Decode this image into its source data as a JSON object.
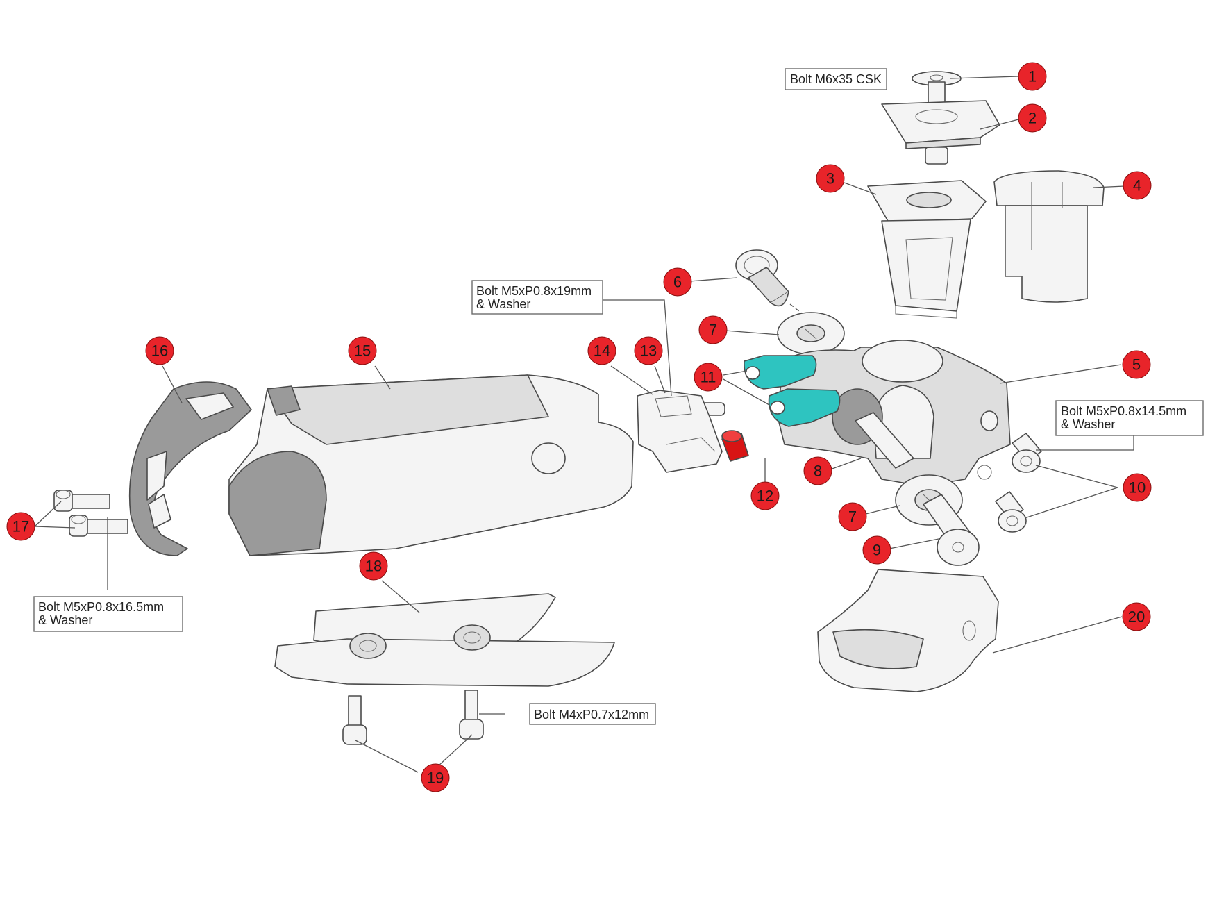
{
  "colors": {
    "callout_fill": "#e8242a",
    "accent_cyan": "#2ec4c0",
    "accent_red_part": "#d81414",
    "line": "#555555"
  },
  "callouts": [
    {
      "id": "1",
      "label": "1"
    },
    {
      "id": "2",
      "label": "2"
    },
    {
      "id": "3",
      "label": "3"
    },
    {
      "id": "4",
      "label": "4"
    },
    {
      "id": "5",
      "label": "5"
    },
    {
      "id": "6",
      "label": "6"
    },
    {
      "id": "7a",
      "label": "7"
    },
    {
      "id": "7b",
      "label": "7"
    },
    {
      "id": "8",
      "label": "8"
    },
    {
      "id": "9",
      "label": "9"
    },
    {
      "id": "10",
      "label": "10"
    },
    {
      "id": "11",
      "label": "11"
    },
    {
      "id": "12",
      "label": "12"
    },
    {
      "id": "13",
      "label": "13"
    },
    {
      "id": "14",
      "label": "14"
    },
    {
      "id": "15",
      "label": "15"
    },
    {
      "id": "16",
      "label": "16"
    },
    {
      "id": "17",
      "label": "17"
    },
    {
      "id": "18",
      "label": "18"
    },
    {
      "id": "19",
      "label": "19"
    },
    {
      "id": "20",
      "label": "20"
    }
  ],
  "labels": {
    "bolt_m6": [
      "Bolt M6x35 CSK"
    ],
    "bolt_m5_19": [
      "Bolt M5xP0.8x19mm",
      "& Washer"
    ],
    "bolt_m5_145": [
      "Bolt M5xP0.8x14.5mm",
      "& Washer"
    ],
    "bolt_m5_165": [
      "Bolt M5xP0.8x16.5mm",
      "& Washer"
    ],
    "bolt_m4": [
      "Bolt M4xP0.7x12mm"
    ]
  }
}
